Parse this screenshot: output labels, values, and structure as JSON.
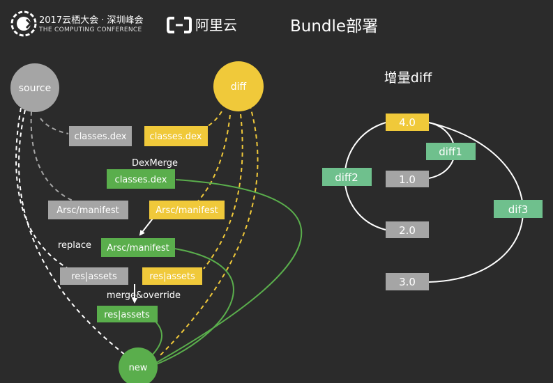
{
  "header": {
    "conference_line1": "2017云栖大会 · 深圳峰会",
    "conference_line2": "THE COMPUTING CONFERENCE",
    "brand": "阿里云",
    "title": "Bundle部署"
  },
  "left": {
    "nodes": {
      "source": "source",
      "diff": "diff",
      "new": "new"
    },
    "boxes": {
      "src_classes": "classes.dex",
      "diff_classes": "classes.dex",
      "new_classes": "classes.dex",
      "src_arsc": "Arsc/manifest",
      "diff_arsc": "Arsc/manifest",
      "new_arsc": "Arsc/manifest",
      "src_res": "res|assets",
      "diff_res": "res|assets",
      "new_res": "res|assets"
    },
    "labels": {
      "dexmerge": "DexMerge",
      "replace": "replace",
      "merge_override": "merge&override"
    }
  },
  "right": {
    "title": "增量diff",
    "versions": {
      "v40": "4.0",
      "v10": "1.0",
      "v20": "2.0",
      "v30": "3.0"
    },
    "diffs": {
      "d1": "diff1",
      "d2": "diff2",
      "d3": "dif3"
    }
  },
  "colors": {
    "background": "#2b2b2b",
    "gray": "#a5a5a5",
    "yellow": "#f0c93a",
    "green": "#5aae4c",
    "green_box": "#6fc08d"
  },
  "icons": [
    "conference-logo-icon",
    "aliyun-logo-icon"
  ]
}
